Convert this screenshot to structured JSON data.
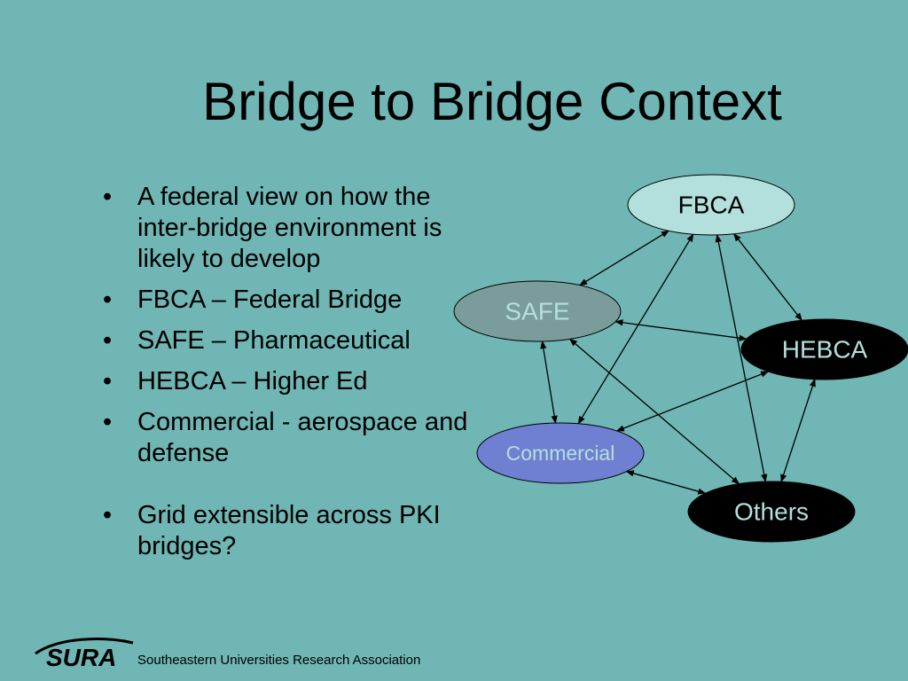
{
  "slide": {
    "title": "Bridge to Bridge Context",
    "bullets": [
      "A federal view on how the inter-bridge environment is likely to develop",
      "FBCA – Federal Bridge",
      "SAFE – Pharmaceutical",
      "HEBCA – Higher Ed",
      "Commercial - aerospace and defense",
      "Grid extensible across PKI bridges?"
    ],
    "bullet_symbol": "•"
  },
  "diagram": {
    "nodes": [
      {
        "id": "fbca",
        "label": "FBCA",
        "fill": "#b3e0dc",
        "text_color": "#000000"
      },
      {
        "id": "safe",
        "label": "SAFE",
        "fill": "#7a9c9a",
        "text_color": "#b3e0dc"
      },
      {
        "id": "hebca",
        "label": "HEBCA",
        "fill": "#000000",
        "text_color": "#b3e0dc"
      },
      {
        "id": "commercial",
        "label": "Commercial",
        "fill": "#6f7fd2",
        "text_color": "#b3e0dc"
      },
      {
        "id": "others",
        "label": "Others",
        "fill": "#000000",
        "text_color": "#b3e0dc"
      }
    ],
    "edges": [
      [
        "fbca",
        "safe"
      ],
      [
        "fbca",
        "hebca"
      ],
      [
        "fbca",
        "commercial"
      ],
      [
        "fbca",
        "others"
      ],
      [
        "safe",
        "hebca"
      ],
      [
        "safe",
        "commercial"
      ],
      [
        "safe",
        "others"
      ],
      [
        "hebca",
        "commercial"
      ],
      [
        "hebca",
        "others"
      ],
      [
        "commercial",
        "others"
      ]
    ],
    "edge_color": "#000000"
  },
  "footer": {
    "logo_text": "SURA",
    "org_name": "Southeastern Universities Research Association"
  }
}
